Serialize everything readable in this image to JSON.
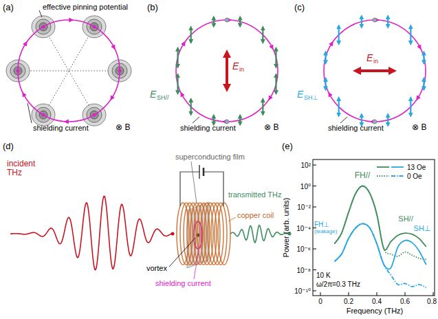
{
  "diagram": {
    "labels": [
      "(a)",
      "effective pinning potential",
      "shielding current",
      "⊗ B",
      "(b)",
      "E",
      "SH//",
      "E",
      "in",
      "shielding current",
      "⊗ B",
      "(c)",
      "E",
      "SH⊥",
      "E",
      "in",
      "shielding current",
      "⊗ B",
      "(d)",
      "incident THz",
      "superconducting film",
      "transmitted THz",
      "copper coil",
      "vortex",
      "shielding current",
      "(e)",
      "10²",
      "10⁰",
      "10⁻²",
      "10⁻⁴",
      "10⁻⁶",
      "10⁻⁸",
      "10⁻¹⁰",
      "Power (arb. units)",
      "0",
      "0.2",
      "0.4",
      "0.6",
      "0.8",
      "Frequency (THz)",
      "FH//",
      "FH⊥",
      "(leakage)",
      "SH//",
      "SH⊥",
      "10 K",
      "ω/2π=0.3 THz"
    ],
    "legend": [
      {
        "text": "13 Oe"
      },
      {
        "text": "0 Oe"
      }
    ]
  }
}
